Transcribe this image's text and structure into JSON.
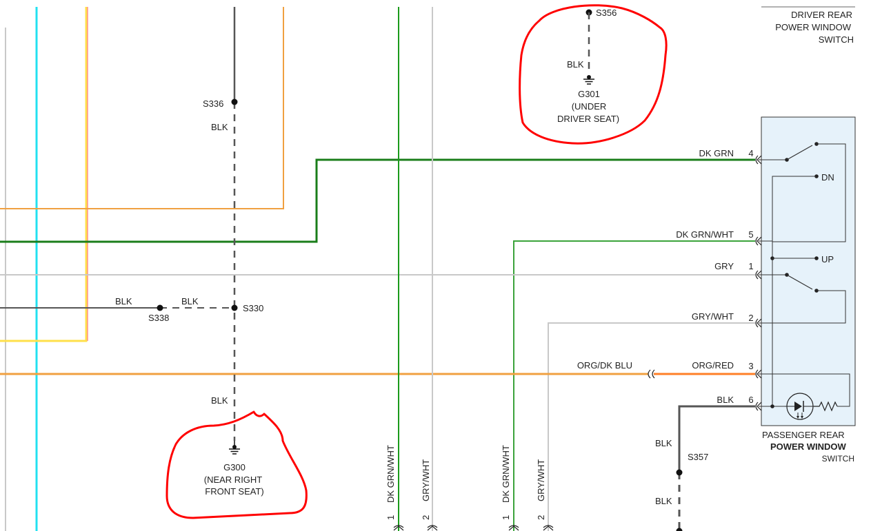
{
  "colors": {
    "dk_grn": "#1a7d1a",
    "dk_grn_light": "#3aa33a",
    "gry": "#c8c8c8",
    "blk": "#555555",
    "org": "#f0a040",
    "org_red": "#ff7f27",
    "cyan": "#22e0f0",
    "yellow": "#ffe04a",
    "pink": "#ff9090",
    "switch_fill": "#e6f2fa",
    "annotation_red": "#ff0000"
  },
  "component_driver_switch": {
    "line1": "DRIVER REAR",
    "line2": "POWER WINDOW",
    "line3": "SWITCH"
  },
  "component_passenger_switch": {
    "line1": "PASSENGER REAR",
    "line2": "POWER WINDOW",
    "line3": "SWITCH"
  },
  "switch_positions": {
    "dn": "DN",
    "up": "UP"
  },
  "splices": {
    "s336": "S336",
    "s330": "S330",
    "s338": "S338",
    "s356": "S356",
    "s357": "S357"
  },
  "grounds": {
    "g300": {
      "line1": "G300",
      "line2": "(NEAR RIGHT",
      "line3": "FRONT SEAT)"
    },
    "g301": {
      "line1": "G301",
      "line2": "(UNDER",
      "line3": "DRIVER SEAT)"
    }
  },
  "wires": {
    "dk_grn": "DK GRN",
    "dk_grn_wht": "DK GRN/WHT",
    "gry": "GRY",
    "gry_wht": "GRY/WHT",
    "org_red": "ORG/RED",
    "org_dk_blu": "ORG/DK BLU",
    "blk": "BLK"
  },
  "pins": {
    "p4": "4",
    "p5": "5",
    "p1": "1",
    "p2": "2",
    "p3": "3",
    "p6": "6"
  },
  "bottom_wires": [
    {
      "label": "DK GRN/WHT",
      "pin": "1"
    },
    {
      "label": "GRY/WHT",
      "pin": "2"
    },
    {
      "label": "DK GRN/WHT",
      "pin": "1"
    },
    {
      "label": "GRY/WHT",
      "pin": "2"
    }
  ]
}
